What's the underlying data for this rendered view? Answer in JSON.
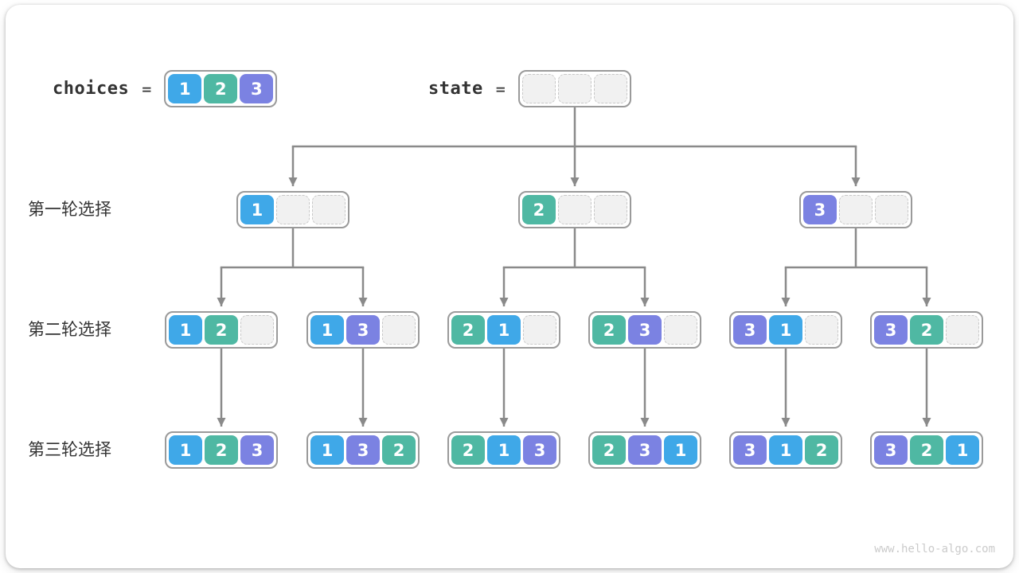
{
  "colors": {
    "line": "#8a8a8a",
    "node_border": "#9a9a9a",
    "empty_fill": "#f1f1f1",
    "empty_border": "#c8c8c8",
    "text": "#333333",
    "watermark": "#cbcbcb",
    "cells": {
      "1": "#3fa8e8",
      "2": "#4fb8a3",
      "3": "#7b82e2"
    }
  },
  "header": {
    "choices_label": "choices",
    "choices_equals": "=",
    "choices_cells": [
      1,
      2,
      3
    ],
    "state_label": "state",
    "state_equals": "=",
    "state_cells": [
      null,
      null,
      null
    ]
  },
  "rows": [
    {
      "label": "第一轮选择",
      "nodes": [
        [
          1,
          null,
          null
        ],
        [
          2,
          null,
          null
        ],
        [
          3,
          null,
          null
        ]
      ]
    },
    {
      "label": "第二轮选择",
      "nodes": [
        [
          1,
          2,
          null
        ],
        [
          1,
          3,
          null
        ],
        [
          2,
          1,
          null
        ],
        [
          2,
          3,
          null
        ],
        [
          3,
          1,
          null
        ],
        [
          3,
          2,
          null
        ]
      ]
    },
    {
      "label": "第三轮选择",
      "nodes": [
        [
          1,
          2,
          3
        ],
        [
          1,
          3,
          2
        ],
        [
          2,
          1,
          3
        ],
        [
          2,
          3,
          1
        ],
        [
          3,
          1,
          2
        ],
        [
          3,
          2,
          1
        ]
      ]
    }
  ],
  "footer": {
    "watermark": "www.hello-algo.com"
  }
}
